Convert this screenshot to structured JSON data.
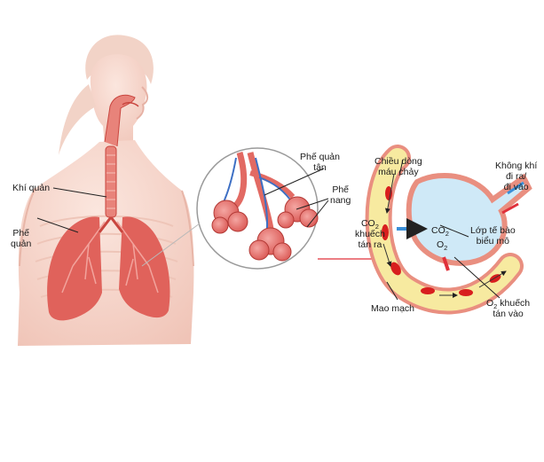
{
  "labels": {
    "khi_quan": "Khí quản",
    "phe_quan_1": "Phế",
    "phe_quan_2": "quản",
    "phe_quan_tan_1": "Phế quản",
    "phe_quan_tan_2": "tận",
    "phe_nang_1": "Phế",
    "phe_nang_2": "nang",
    "chieu_dong_1": "Chiều dòng",
    "chieu_dong_2": "máu chảy",
    "khong_khi_1": "Không khí",
    "khong_khi_2": "đi ra/",
    "khong_khi_3": "đi vào",
    "co2_out_a": "CO",
    "co2_out_sub": "2",
    "co2_out_2": "khuếch",
    "co2_out_3": "tán ra",
    "co2_inner": "CO",
    "co2_inner_sub": "2",
    "o2_inner": "O",
    "o2_inner_sub": "2",
    "lop_te_bao_1": "Lớp tế bào",
    "lop_te_bao_2": "biểu mô",
    "mao_mach": "Mao mạch",
    "o2_in_a": "O",
    "o2_in_sub": "2",
    "o2_in_b": " khuếch",
    "o2_in_2": "tán vào"
  },
  "colors": {
    "skin": "#f7d9cf",
    "skin_dark": "#e9b5a8",
    "lung": "#e26a63",
    "airway": "#d94b44",
    "blood_red": "#d81e1e",
    "vessel_yellow": "#f7eaa0",
    "alveolus_blue": "#cfe9f7",
    "vein_blue": "#3d6fc4",
    "arrow_blue": "#3a8fd8",
    "pointer_red": "#e0303a"
  }
}
